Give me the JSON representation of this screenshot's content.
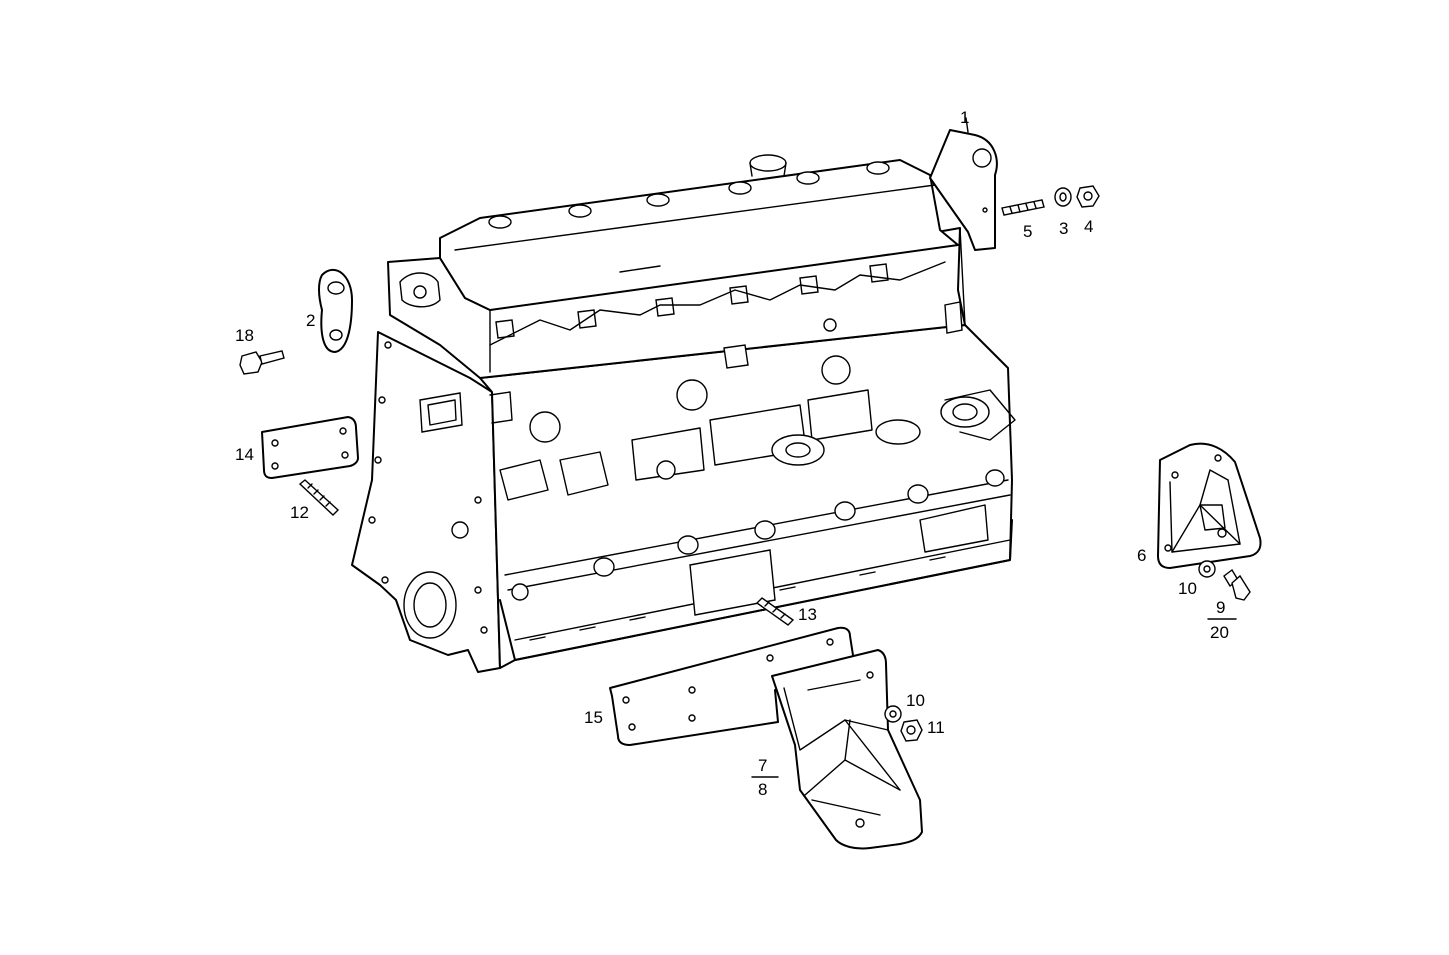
{
  "diagram": {
    "callouts": [
      {
        "id": "c1",
        "text": "1"
      },
      {
        "id": "c2",
        "text": "2"
      },
      {
        "id": "c3",
        "text": "3"
      },
      {
        "id": "c4",
        "text": "4"
      },
      {
        "id": "c5",
        "text": "5"
      },
      {
        "id": "c6",
        "text": "6"
      },
      {
        "id": "c10a",
        "text": "10"
      },
      {
        "id": "c9",
        "text": "9"
      },
      {
        "id": "c20",
        "text": "20"
      },
      {
        "id": "c18",
        "text": "18"
      },
      {
        "id": "c14",
        "text": "14"
      },
      {
        "id": "c12",
        "text": "12"
      },
      {
        "id": "c13",
        "text": "13"
      },
      {
        "id": "c15",
        "text": "15"
      },
      {
        "id": "c10b",
        "text": "10"
      },
      {
        "id": "c11",
        "text": "11"
      },
      {
        "id": "c7",
        "text": "7"
      },
      {
        "id": "c8",
        "text": "8"
      }
    ]
  }
}
